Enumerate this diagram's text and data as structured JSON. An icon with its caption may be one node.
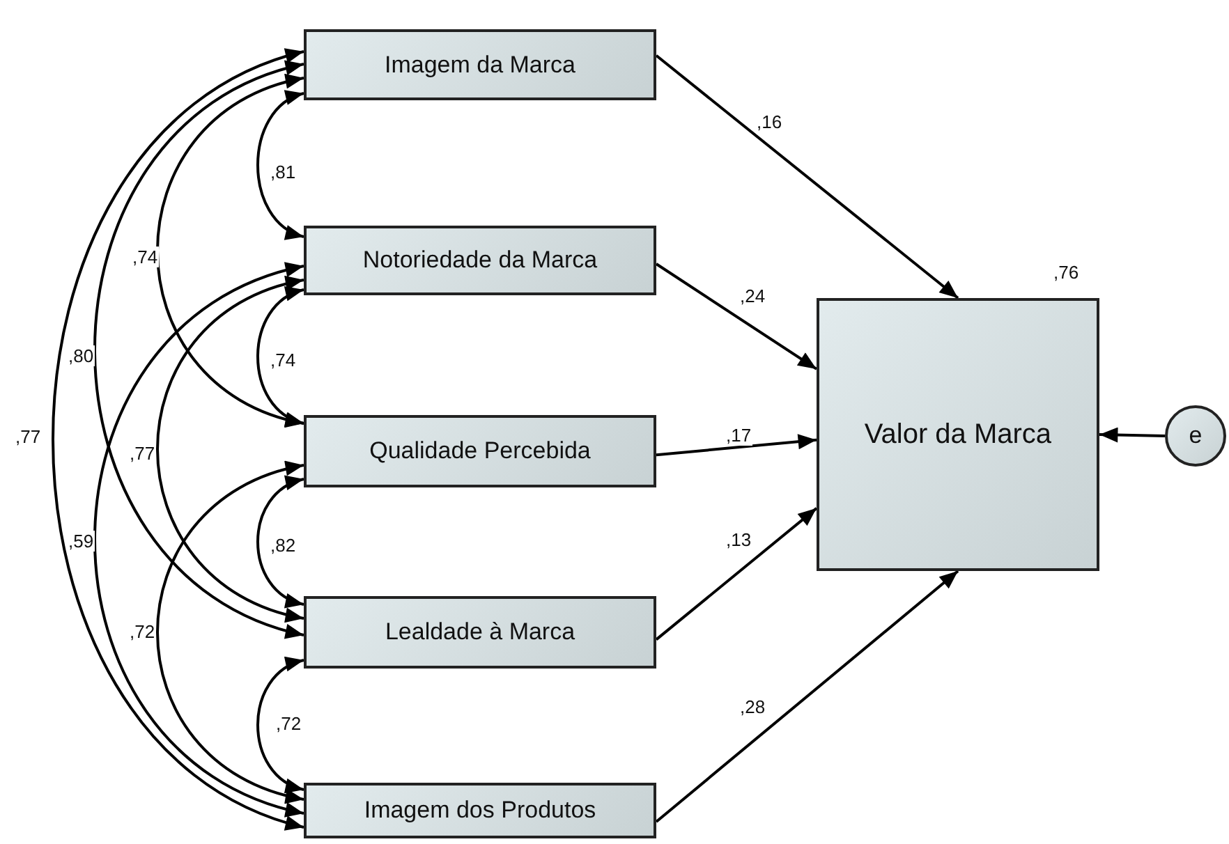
{
  "diagram": {
    "nodes": [
      {
        "text": [
          "Imagem da Marca"
        ]
      },
      {
        "text": [
          "Notoriedade da Marca"
        ]
      },
      {
        "text": [
          "Qualidade Percebida"
        ]
      },
      {
        "text": [
          "Lealdade à Marca"
        ]
      },
      {
        "text": [
          "Imagem dos Produtos"
        ]
      },
      {
        "text": [
          "Valor da Marca"
        ],
        "beside": [
          ",76"
        ]
      },
      {
        "text": [
          "e"
        ]
      }
    ],
    "edges": [
      {
        "from": 0,
        "to": 5,
        "arrow": "to",
        "label": ",16"
      },
      {
        "from": 1,
        "to": 5,
        "arrow": "to",
        "label": ",24"
      },
      {
        "from": 2,
        "to": 5,
        "arrow": "to",
        "label": ",17"
      },
      {
        "from": 3,
        "to": 5,
        "arrow": "to",
        "label": ",13"
      },
      {
        "from": 4,
        "to": 5,
        "arrow": "to",
        "label": ",28"
      },
      {
        "from": 6,
        "to": 5,
        "arrow": "to"
      },
      {
        "from": 0,
        "to": 1,
        "arrow": "both",
        "label": ",81"
      },
      {
        "from": 1,
        "to": 2,
        "arrow": "both",
        "label": ",74"
      },
      {
        "from": 2,
        "to": 3,
        "arrow": "both",
        "label": ",82"
      },
      {
        "from": 3,
        "to": 4,
        "arrow": "both",
        "label": ",72"
      },
      {
        "from": 0,
        "to": 2,
        "arrow": "both",
        "label": ",74"
      },
      {
        "from": 1,
        "to": 3,
        "arrow": "both",
        "label": ",77"
      },
      {
        "from": 2,
        "to": 4,
        "arrow": "both",
        "label": ",72"
      },
      {
        "from": 0,
        "to": 3,
        "arrow": "both",
        "label": ",80"
      },
      {
        "from": 1,
        "to": 4,
        "arrow": "both",
        "label": ",59"
      },
      {
        "from": 0,
        "to": 4,
        "arrow": "both",
        "label": ",77"
      }
    ]
  }
}
